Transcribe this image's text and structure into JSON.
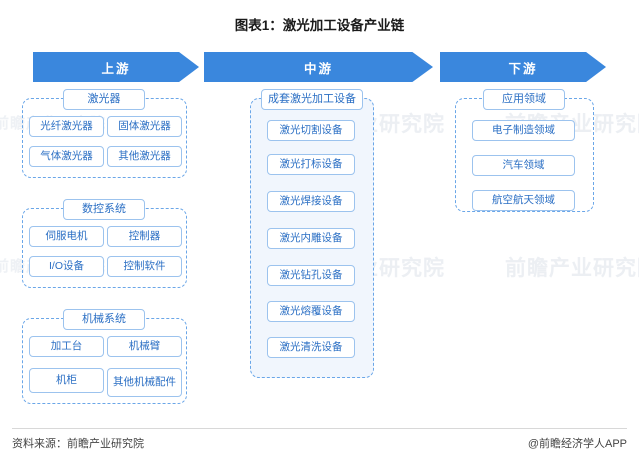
{
  "title": "图表1：激光加工设备产业链",
  "watermarks": [
    "前瞻产业研究院",
    "前瞻产业研究院",
    "前瞻产业研究院",
    "前瞻产业研究院",
    "前瞻产业研究院",
    "前瞻产业研究院"
  ],
  "colors": {
    "arrow_blue": "#3a87dd",
    "pill_border": "#9cc3ee",
    "pill_text": "#2b6fc4",
    "group_fill": "#f1f6fd"
  },
  "segments": {
    "upstream": {
      "arrow_label": "上游",
      "groups": [
        {
          "label": "激光器",
          "items": [
            "光纤激光器",
            "固体激光器",
            "气体激光器",
            "其他激光器"
          ]
        },
        {
          "label": "数控系统",
          "items": [
            "伺服电机",
            "控制器",
            "I/O设备",
            "控制软件"
          ]
        },
        {
          "label": "机械系统",
          "items": [
            "加工台",
            "机械臂",
            "机柜",
            "其他机械配件"
          ]
        }
      ]
    },
    "midstream": {
      "arrow_label": "中游",
      "groups": [
        {
          "label": "成套激光加工设备",
          "items": [
            "激光切割设备",
            "激光打标设备",
            "激光焊接设备",
            "激光内雕设备",
            "激光钻孔设备",
            "激光熔覆设备",
            "激光清洗设备"
          ]
        }
      ]
    },
    "downstream": {
      "arrow_label": "下游",
      "groups": [
        {
          "label": "应用领域",
          "items": [
            "电子制造领域",
            "汽车领域",
            "航空航天领域"
          ]
        }
      ]
    }
  },
  "footer": {
    "source": "资料来源：前瞻产业研究院",
    "brand": "@前瞻经济学人APP"
  }
}
